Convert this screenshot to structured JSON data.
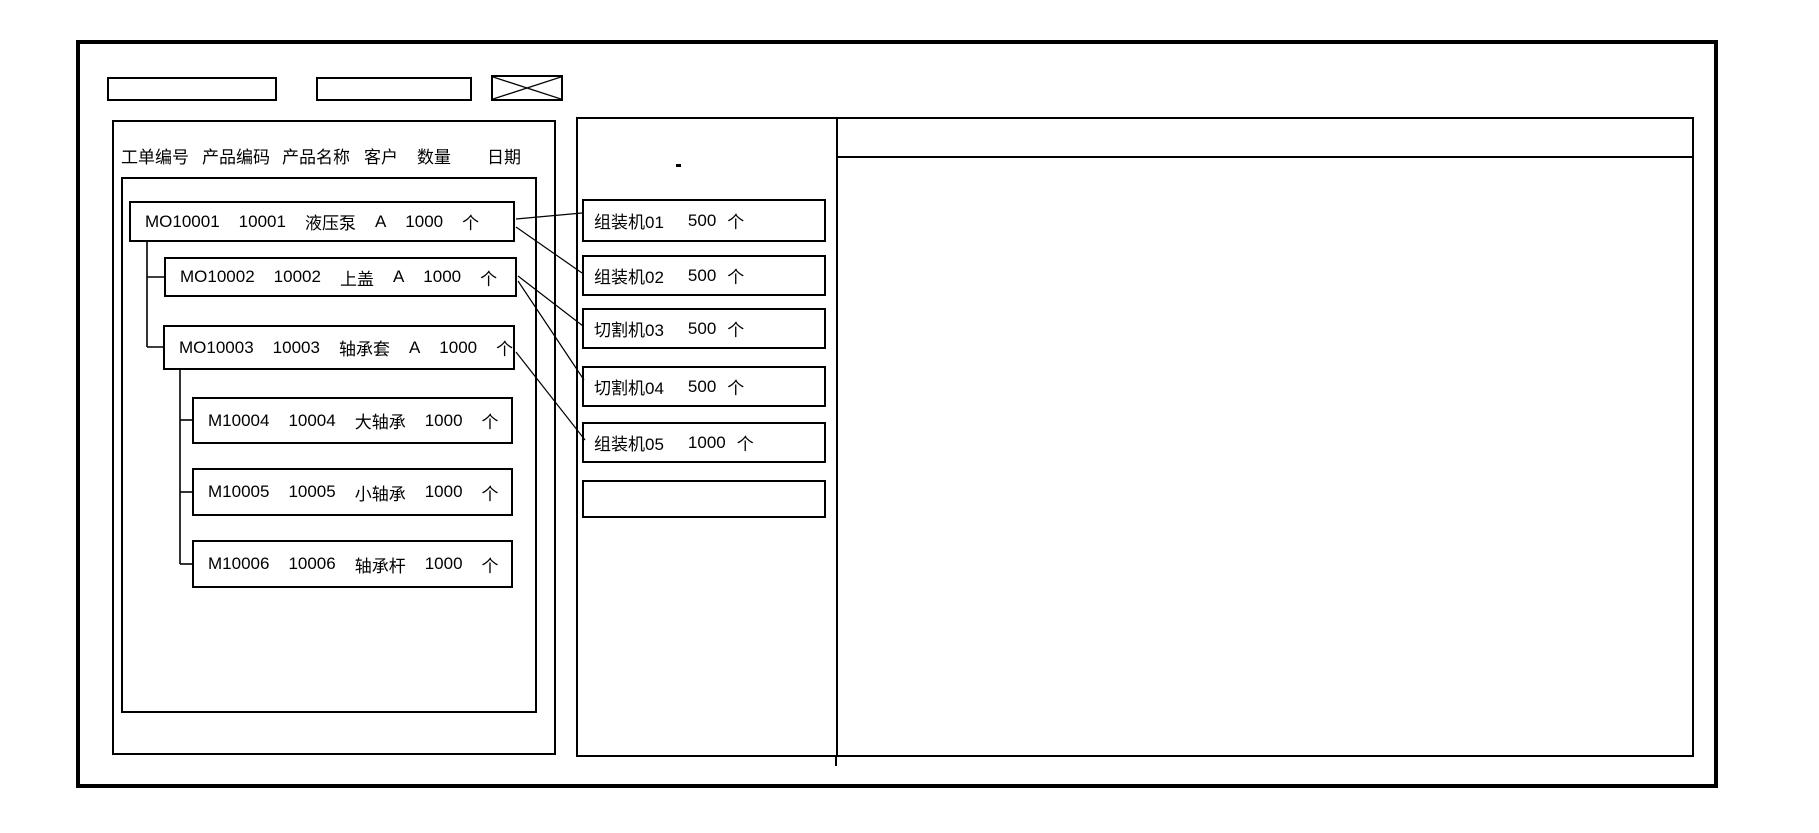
{
  "window": {
    "toolbar": {
      "field1_value": "",
      "field2_value": "",
      "image_placeholder": "x-crossed-box"
    }
  },
  "left_panel": {
    "columns": [
      "工单编号",
      "产品编码",
      "产品名称",
      "客户",
      "数量",
      "日期"
    ],
    "orders": [
      {
        "order_no": "MO10001",
        "product_code": "10001",
        "product_name": "液压泵",
        "customer": "A",
        "qty": "1000",
        "unit": "个",
        "level": 0
      },
      {
        "order_no": "MO10002",
        "product_code": "10002",
        "product_name": "上盖",
        "customer": "A",
        "qty": "1000",
        "unit": "个",
        "level": 1
      },
      {
        "order_no": "MO10003",
        "product_code": "10003",
        "product_name": "轴承套",
        "customer": "A",
        "qty": "1000",
        "unit": "个",
        "level": 1
      },
      {
        "order_no": "M10004",
        "product_code": "10004",
        "product_name": "大轴承",
        "customer": "",
        "qty": "1000",
        "unit": "个",
        "level": 2
      },
      {
        "order_no": "M10005",
        "product_code": "10005",
        "product_name": "小轴承",
        "customer": "",
        "qty": "1000",
        "unit": "个",
        "level": 2
      },
      {
        "order_no": "M10006",
        "product_code": "10006",
        "product_name": "轴承杆",
        "customer": "",
        "qty": "1000",
        "unit": "个",
        "level": 2
      }
    ]
  },
  "machine_panel": {
    "stray_mark": ".",
    "machines": [
      {
        "name": "组装机01",
        "qty": "500",
        "unit": "个"
      },
      {
        "name": "组装机02",
        "qty": "500",
        "unit": "个"
      },
      {
        "name": "切割机03",
        "qty": "500",
        "unit": "个"
      },
      {
        "name": "切割机04",
        "qty": "500",
        "unit": "个"
      },
      {
        "name": "组装机05",
        "qty": "1000",
        "unit": "个"
      },
      {
        "name": "",
        "qty": "",
        "unit": ""
      }
    ]
  },
  "connections": [
    {
      "from": "MO10001",
      "to": "组装机01"
    },
    {
      "from": "MO10001",
      "to": "组装机02"
    },
    {
      "from": "MO10002",
      "to": "切割机03"
    },
    {
      "from": "MO10002",
      "to": "切割机04"
    },
    {
      "from": "MO10003",
      "to": "组装机05"
    }
  ],
  "schedule_panel": {
    "header_text": "",
    "body_text": ""
  },
  "colors": {
    "stroke": "#000000",
    "background": "#ffffff"
  }
}
